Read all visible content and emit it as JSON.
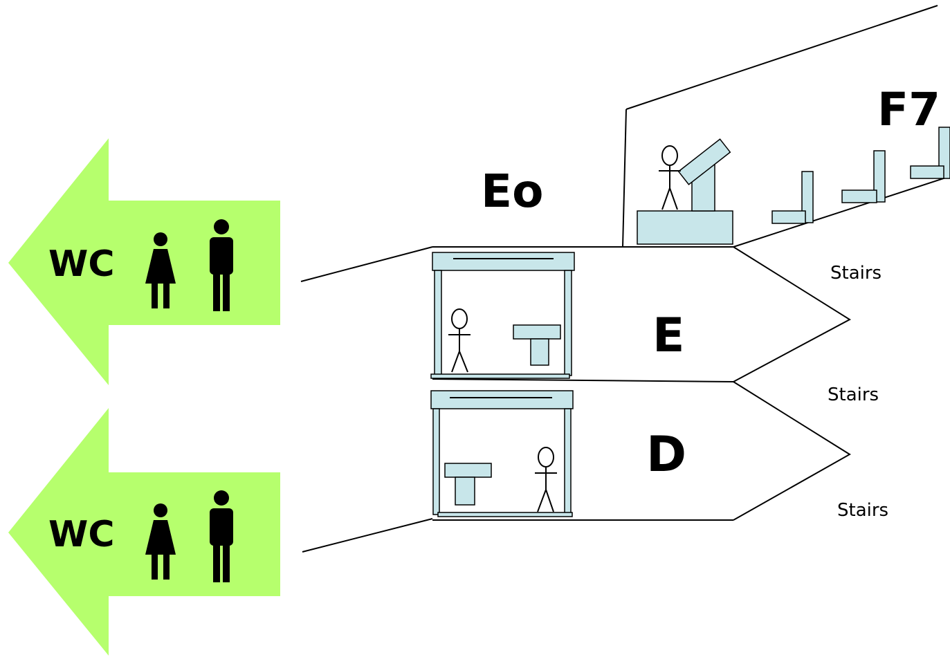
{
  "labels": {
    "top_floor": "F7",
    "upper_level": "Eo",
    "floor_e": "E",
    "floor_d": "D",
    "stairs_1": "Stairs",
    "stairs_2": "Stairs",
    "stairs_3": "Stairs"
  },
  "signs": [
    {
      "text": "WC",
      "icons": [
        "woman-icon",
        "man-icon"
      ]
    },
    {
      "text": "WC",
      "icons": [
        "woman-icon",
        "man-icon"
      ]
    }
  ],
  "colors": {
    "sign_green": "#b6ff6d",
    "furniture_fill": "#c8e6ea",
    "line": "#000000"
  }
}
